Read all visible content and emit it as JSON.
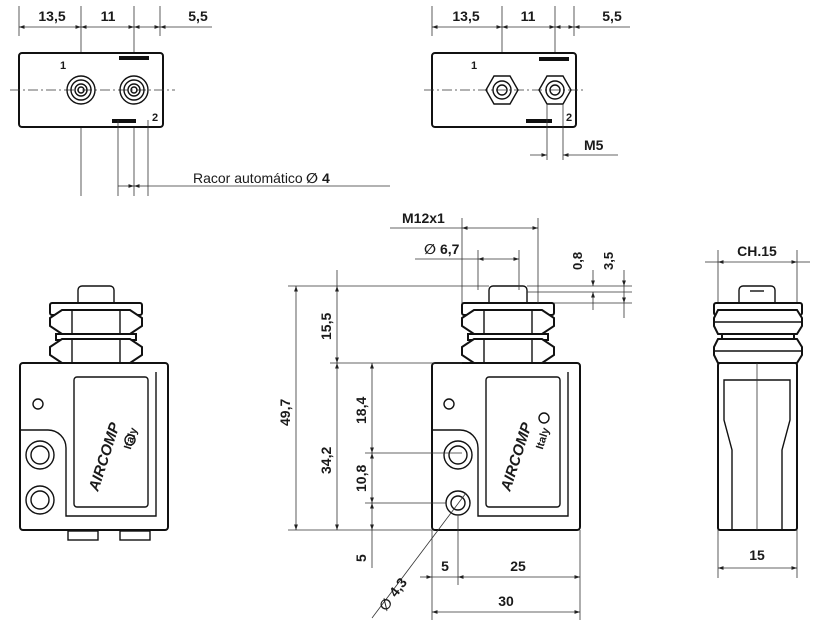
{
  "top_left_view": {
    "dims": [
      "13,5",
      "11",
      "5,5"
    ],
    "port_labels": [
      "1",
      "2"
    ]
  },
  "top_right_view": {
    "dims": [
      "13,5",
      "11",
      "5,5"
    ],
    "port_labels": [
      "1",
      "2"
    ],
    "thread_label": "M5"
  },
  "fitting_callout": {
    "text": "Racor automático",
    "diameter_symbol": "∅",
    "diameter_value": "4"
  },
  "front_view": {
    "thread_label": "M12x1",
    "diameter_symbol": "∅",
    "plunger_diameter": "6,7",
    "plunger_offset": "0,8",
    "plunger_height": "3,5",
    "dim_total_height": "49,7",
    "dim_stem": "15,5",
    "dim_body": "34,2",
    "dim_upper": "18,4",
    "dim_lower": "10,8",
    "dim_bottom": "5",
    "mount_hole_diameter": "4,3",
    "dim_hole_x": "5",
    "dim_width_inner": "25",
    "dim_width": "30"
  },
  "side_view": {
    "wrench_label": "CH.15",
    "dim_depth": "15"
  },
  "brand": {
    "name": "AIRCOMP",
    "country": "Italy"
  }
}
